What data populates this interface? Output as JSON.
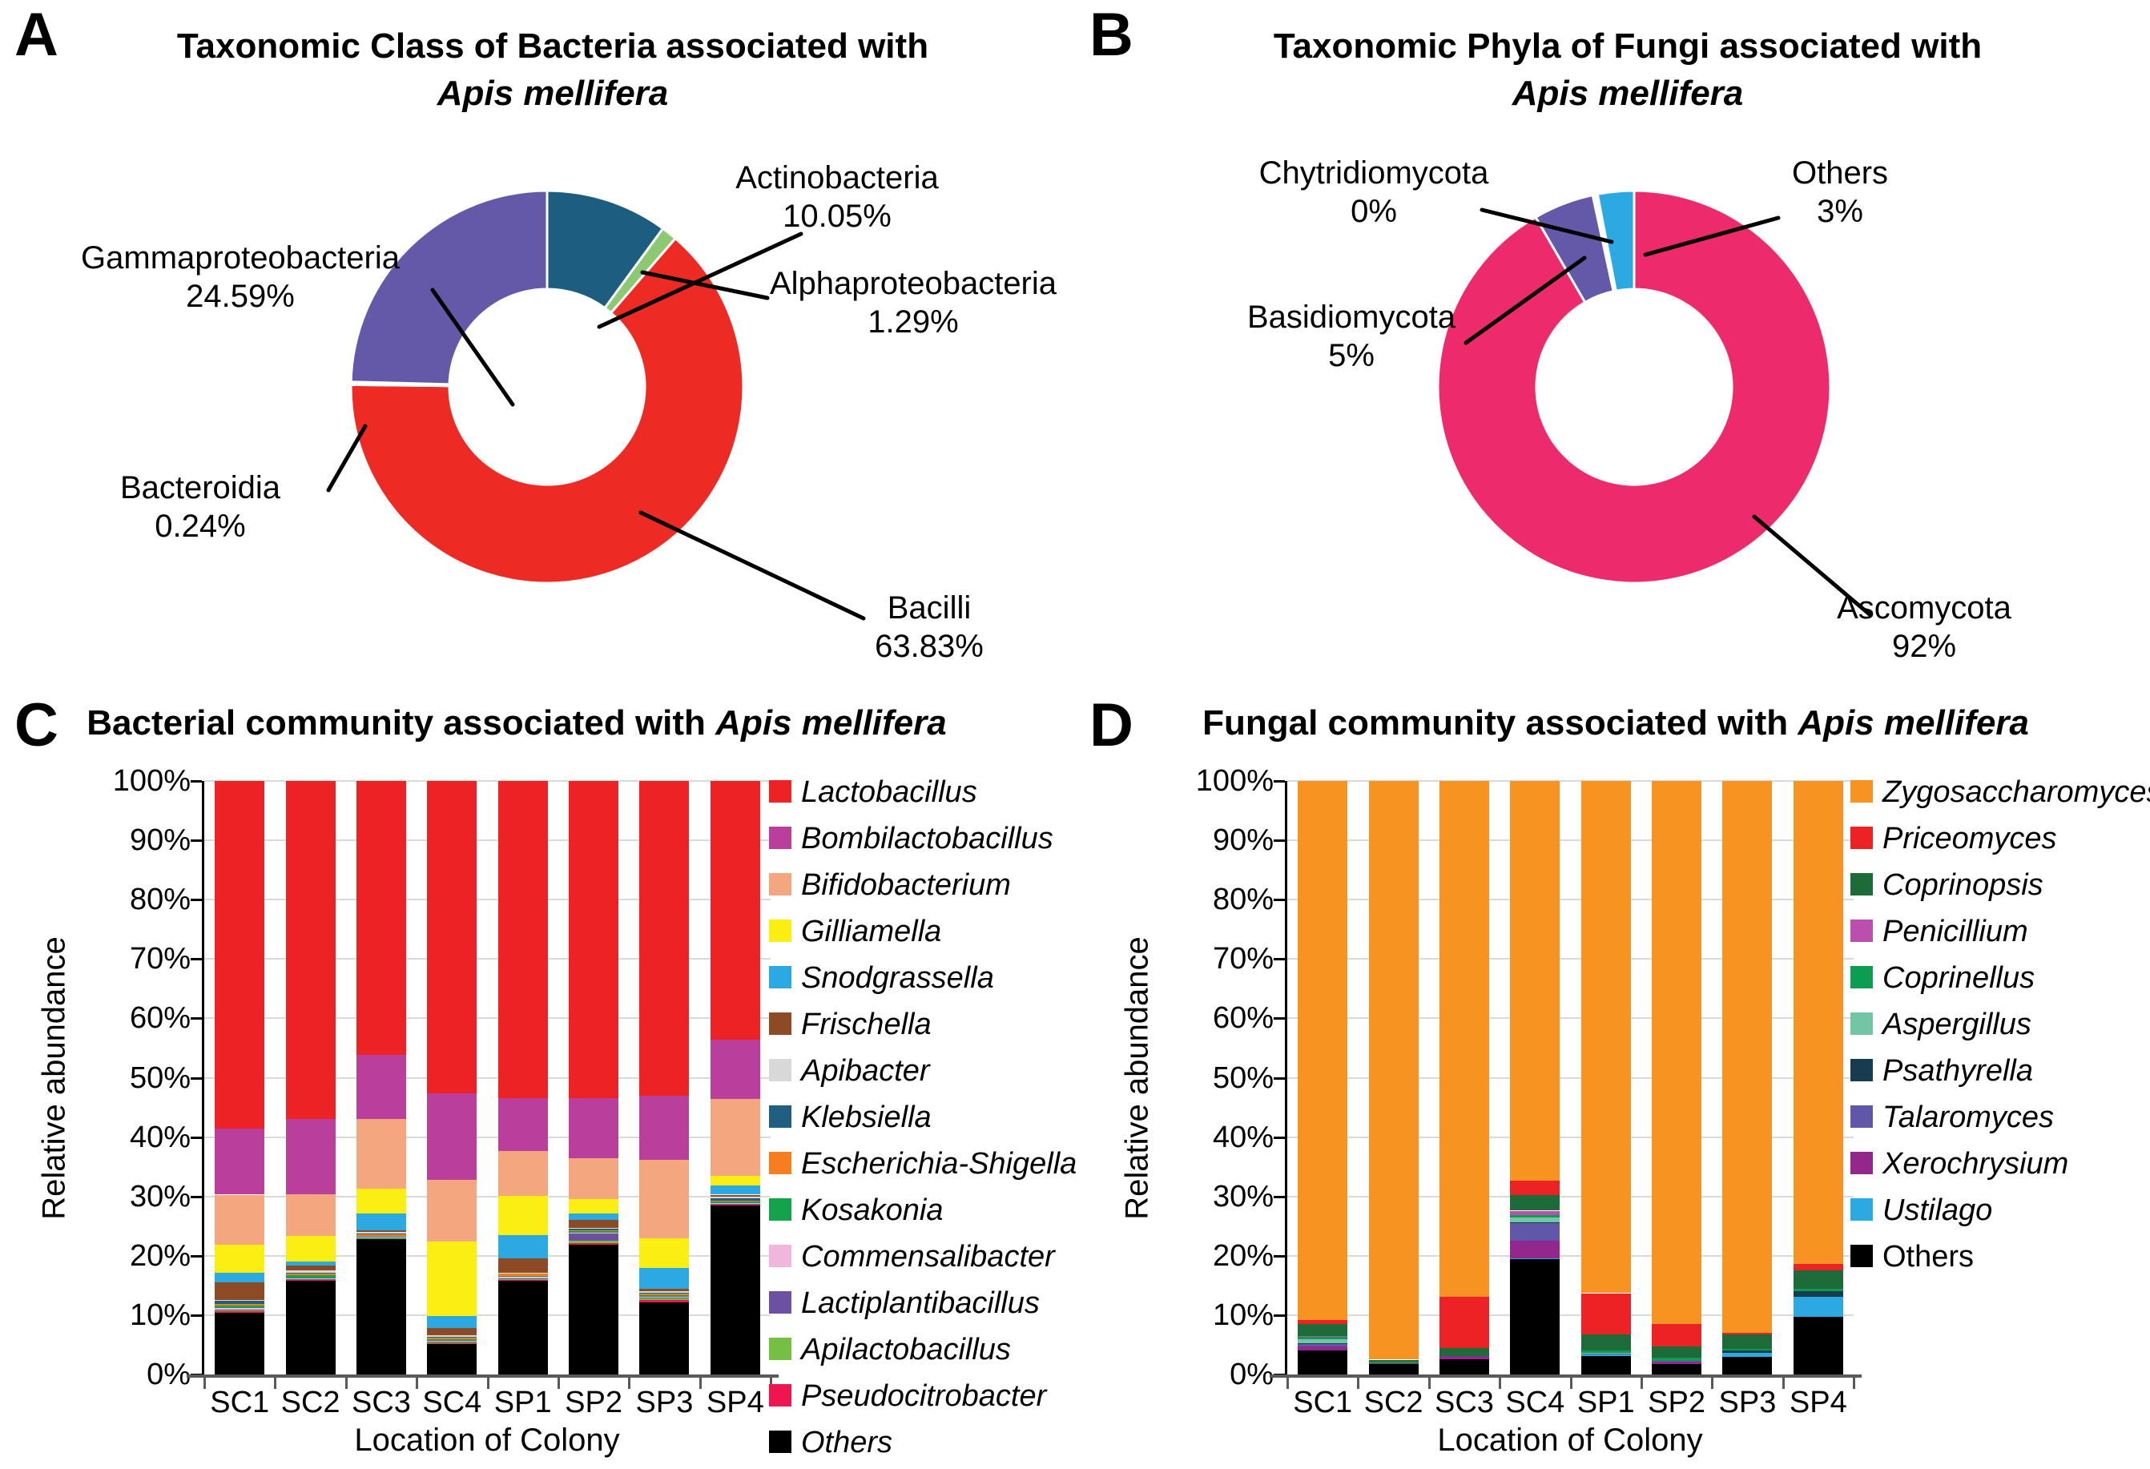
{
  "chart_data": [
    {
      "type": "pie",
      "subtype": "donut",
      "panel": "A",
      "title_line1": "Taxonomic Class of Bacteria associated with",
      "title_line2": "Apis mellifera",
      "legend_position": "none",
      "slices": [
        {
          "label": "Actinobacteria",
          "value": 10.05,
          "pct_label": "10.05%",
          "color": "#1d5e80"
        },
        {
          "label": "Alphaproteobacteria",
          "value": 1.29,
          "pct_label": "1.29%",
          "color": "#8dc973"
        },
        {
          "label": "Bacilli",
          "value": 63.83,
          "pct_label": "63.83%",
          "color": "#ee2a24"
        },
        {
          "label": "Bacteroidia",
          "value": 0.24,
          "pct_label": "0.24%",
          "color": "#ffffff"
        },
        {
          "label": "Gammaproteobacteria",
          "value": 24.59,
          "pct_label": "24.59%",
          "color": "#6459a8"
        }
      ],
      "start_angle": "top",
      "direction": "clockwise"
    },
    {
      "type": "pie",
      "subtype": "donut",
      "panel": "B",
      "title_line1": "Taxonomic Phyla of Fungi associated with",
      "title_line2": "Apis mellifera",
      "legend_position": "none",
      "slices": [
        {
          "label": "Ascomycota",
          "value": 92,
          "pct_label": "92%",
          "color": "#ed2a6b"
        },
        {
          "label": "Basidiomycota",
          "value": 5,
          "pct_label": "5%",
          "color": "#6459a8"
        },
        {
          "label": "Chytridiomycota",
          "value": 0,
          "pct_label": "0%",
          "color": "#ffffff",
          "display": 0.4
        },
        {
          "label": "Others",
          "value": 3,
          "pct_label": "3%",
          "color": "#2ba9e1"
        }
      ],
      "start_angle": "top",
      "direction": "clockwise"
    },
    {
      "type": "bar",
      "subtype": "stacked-percent",
      "panel": "C",
      "title_prefix": "Bacterial community associated with ",
      "title_species": "Apis mellifera",
      "xlabel": "Location of Colony",
      "ylabel": "Relative abundance",
      "ylim": [
        0,
        100
      ],
      "grid": true,
      "legend_position": "right",
      "categories": [
        "SC1",
        "SC2",
        "SC3",
        "SC4",
        "SP1",
        "SP2",
        "SP3",
        "SP4"
      ],
      "y_ticks": [
        "0%",
        "10%",
        "20%",
        "30%",
        "40%",
        "50%",
        "60%",
        "70%",
        "80%",
        "90%",
        "100%"
      ],
      "series": [
        {
          "name": "Lactobacillus",
          "italic": true,
          "color": "#ed2224",
          "values": [
            58.5,
            56.9,
            46.2,
            52.6,
            53.5,
            53.4,
            53.0,
            43.6
          ]
        },
        {
          "name": "Bombilactobacillus",
          "italic": true,
          "color": "#ba3e9b",
          "values": [
            11.2,
            12.7,
            10.8,
            14.6,
            8.9,
            10.1,
            10.8,
            10.0
          ]
        },
        {
          "name": "Bifidobacterium",
          "italic": true,
          "color": "#f4a67f",
          "values": [
            8.4,
            7.0,
            11.7,
            10.4,
            7.5,
            7.0,
            13.3,
            12.9
          ]
        },
        {
          "name": "Gilliamella",
          "italic": true,
          "color": "#faee12",
          "values": [
            4.8,
            4.4,
            4.2,
            12.6,
            6.6,
            2.4,
            5.0,
            1.7
          ]
        },
        {
          "name": "Snodgrassella",
          "italic": true,
          "color": "#2ba9e1",
          "values": [
            1.6,
            0.6,
            2.8,
            2.0,
            3.9,
            1.0,
            3.4,
            1.5
          ]
        },
        {
          "name": "Frischella",
          "italic": true,
          "color": "#8c4a25",
          "values": [
            2.9,
            0.9,
            0.3,
            1.2,
            2.4,
            1.4,
            0.4,
            0.4
          ]
        },
        {
          "name": "Apibacter",
          "italic": true,
          "color": "#d8d8d8",
          "values": [
            0.2,
            0.3,
            0.2,
            0.2,
            0.1,
            0.2,
            0.3,
            0.2
          ]
        },
        {
          "name": "Klebsiella",
          "italic": true,
          "color": "#215e80",
          "values": [
            0.5,
            0.2,
            0.2,
            0.2,
            0.1,
            0.2,
            0.2,
            0.4
          ]
        },
        {
          "name": "Escherichia-Shigella",
          "italic": true,
          "color": "#f57e20",
          "values": [
            0.3,
            0.2,
            0.2,
            0.3,
            0.4,
            0.2,
            0.2,
            0.2
          ]
        },
        {
          "name": "Kosakonia",
          "italic": true,
          "color": "#14a24d",
          "values": [
            0.4,
            0.6,
            0.2,
            0.2,
            0.1,
            0.2,
            0.3,
            0.2
          ]
        },
        {
          "name": "Commensalibacter",
          "italic": true,
          "color": "#f0b6db",
          "values": [
            0.2,
            0.1,
            0.1,
            0.2,
            0.3,
            0.2,
            0.2,
            0.1
          ]
        },
        {
          "name": "Lactiplantibacillus",
          "italic": true,
          "color": "#6c50a1",
          "values": [
            0.2,
            0.1,
            0.1,
            0.1,
            0.1,
            1.2,
            0.1,
            0.1
          ]
        },
        {
          "name": "Apilactobacillus",
          "italic": true,
          "color": "#74bf44",
          "values": [
            0.2,
            0.1,
            0.1,
            0.1,
            0.1,
            0.3,
            0.3,
            0.1
          ]
        },
        {
          "name": "Pseudocitrobacter",
          "italic": true,
          "color": "#ee1651",
          "values": [
            0.2,
            0.1,
            0.1,
            0.1,
            0.2,
            0.3,
            0.4,
            0.1
          ]
        },
        {
          "name": "Others",
          "italic": true,
          "color": "#000000",
          "values": [
            10.4,
            15.8,
            22.8,
            5.2,
            15.8,
            21.9,
            12.1,
            28.5
          ]
        }
      ]
    },
    {
      "type": "bar",
      "subtype": "stacked-percent",
      "panel": "D",
      "title_prefix": "Fungal community associated with ",
      "title_species": "Apis mellifera",
      "xlabel": "Location of Colony",
      "ylabel": "Relative abundance",
      "ylim": [
        0,
        100
      ],
      "grid": true,
      "legend_position": "right",
      "categories": [
        "SC1",
        "SC2",
        "SC3",
        "SC4",
        "SP1",
        "SP2",
        "SP3",
        "SP4"
      ],
      "y_ticks": [
        "0%",
        "10%",
        "20%",
        "30%",
        "40%",
        "50%",
        "60%",
        "70%",
        "80%",
        "90%",
        "100%"
      ],
      "series": [
        {
          "name": "Zygosaccharomyces",
          "italic": true,
          "color": "#f79421",
          "values": [
            90.8,
            97.5,
            86.9,
            67.3,
            86.3,
            91.5,
            93.0,
            81.4
          ]
        },
        {
          "name": "Priceomyces",
          "italic": true,
          "color": "#ed2224",
          "values": [
            0.7,
            0.0,
            8.6,
            2.5,
            7.0,
            3.8,
            0.3,
            1.1
          ]
        },
        {
          "name": "Coprinopsis",
          "italic": true,
          "color": "#1d6b38",
          "values": [
            2.0,
            0.4,
            1.4,
            2.6,
            2.7,
            1.8,
            2.4,
            3.1
          ]
        },
        {
          "name": "Penicillium",
          "italic": true,
          "color": "#ba4fae",
          "values": [
            0.1,
            0.0,
            0.0,
            0.8,
            0.0,
            0.0,
            0.0,
            0.0
          ]
        },
        {
          "name": "Coprinellus",
          "italic": true,
          "color": "#0c9d52",
          "values": [
            0.4,
            0.2,
            0.0,
            0.4,
            0.4,
            0.6,
            0.3,
            0.4
          ]
        },
        {
          "name": "Aspergillus",
          "italic": true,
          "color": "#72c6a4",
          "values": [
            0.8,
            0.0,
            0.0,
            0.7,
            0.1,
            0.0,
            0.0,
            0.0
          ]
        },
        {
          "name": "Psathyrella",
          "italic": true,
          "color": "#173c4f",
          "values": [
            0.1,
            0.0,
            0.0,
            0.2,
            0.0,
            0.0,
            0.4,
            0.9
          ]
        },
        {
          "name": "Talaromyces",
          "italic": true,
          "color": "#6157a8",
          "values": [
            0.4,
            0.0,
            0.0,
            3.0,
            0.1,
            0.2,
            0.0,
            0.0
          ]
        },
        {
          "name": "Xerochrysium",
          "italic": true,
          "color": "#93278e",
          "values": [
            0.7,
            0.2,
            0.5,
            2.9,
            0.0,
            0.3,
            0.0,
            0.0
          ]
        },
        {
          "name": "Ustilago",
          "italic": true,
          "color": "#2ba9e1",
          "values": [
            0.0,
            0.0,
            0.0,
            0.2,
            0.3,
            0.0,
            0.6,
            3.4
          ]
        },
        {
          "name": "Others",
          "italic": false,
          "color": "#000000",
          "values": [
            4.0,
            1.7,
            2.6,
            19.4,
            3.1,
            1.8,
            3.0,
            9.7
          ]
        }
      ]
    }
  ]
}
